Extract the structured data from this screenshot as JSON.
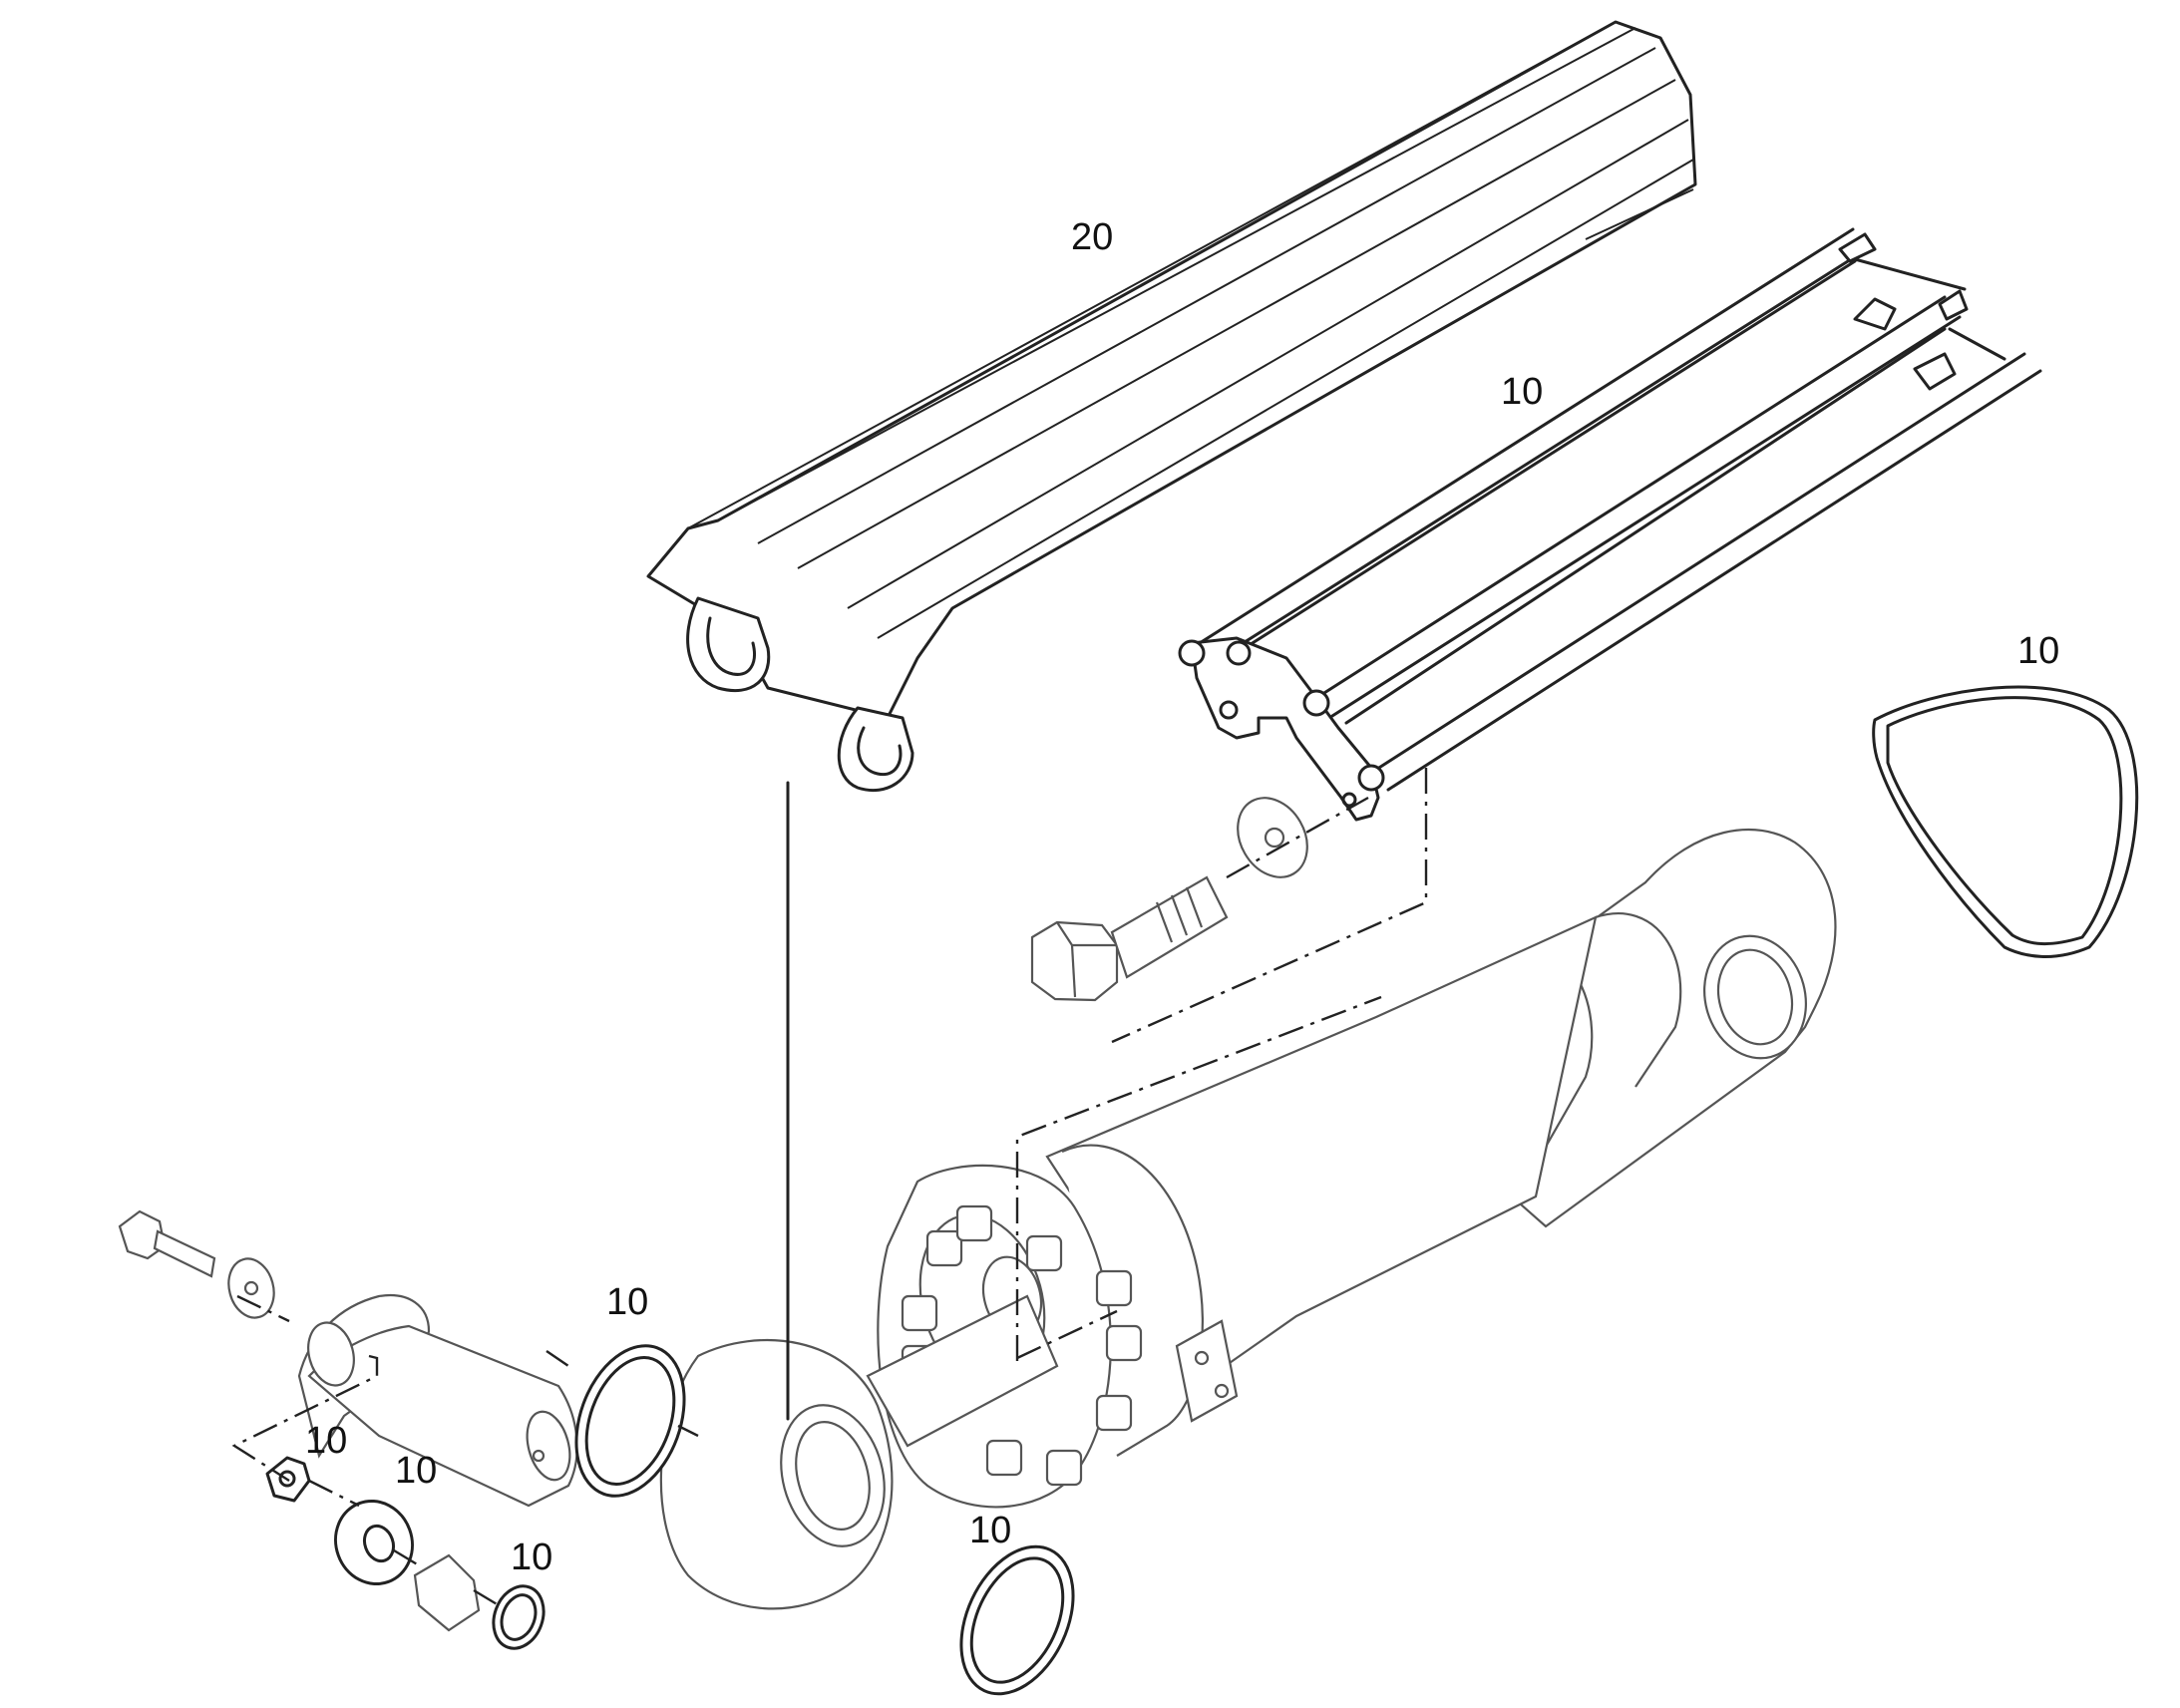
{
  "diagram": {
    "background": "#ffffff",
    "line_color": "#222222",
    "callouts": [
      "20",
      "10",
      "10",
      "10",
      "10",
      "10",
      "10",
      "10"
    ]
  }
}
